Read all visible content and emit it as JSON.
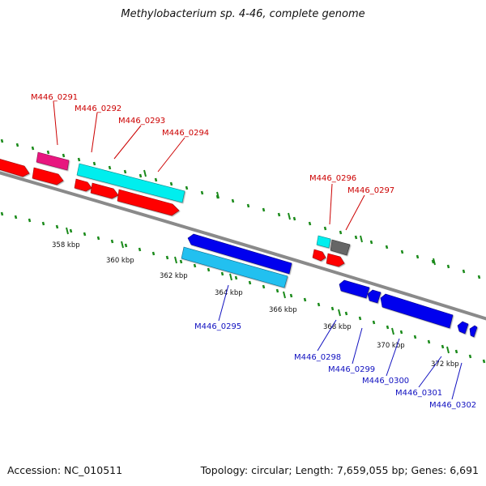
{
  "title": "Methylobacterium sp. 4-46, complete genome",
  "footer": {
    "accession": "Accession: NC_010511",
    "summary": "Topology: circular; Length: 7,659,055 bp; Genes: 6,691"
  },
  "scale_labels": [
    "358 kbp",
    "360 kbp",
    "362 kbp",
    "364 kbp",
    "366 kbp",
    "368 kbp",
    "370 kbp",
    "372 kbp"
  ],
  "colors": {
    "backbone": "#8a8a8a",
    "tick": "#1a8a1a",
    "forward_label": "#cc0000",
    "reverse_label": "#1010c0",
    "red": "#ff0000",
    "magenta": "#e8157f",
    "cyan": "#00eeee",
    "blue": "#0000ee",
    "lightblue": "#22c0f0",
    "gray": "#666666"
  },
  "gene_labels_forward": [
    "M446_0291",
    "M446_0292",
    "M446_0293",
    "M446_0294",
    "M446_0296",
    "M446_0297"
  ],
  "gene_labels_reverse": [
    "M446_0295",
    "M446_0298",
    "M446_0299",
    "M446_0300",
    "M446_0301",
    "M446_0302"
  ]
}
